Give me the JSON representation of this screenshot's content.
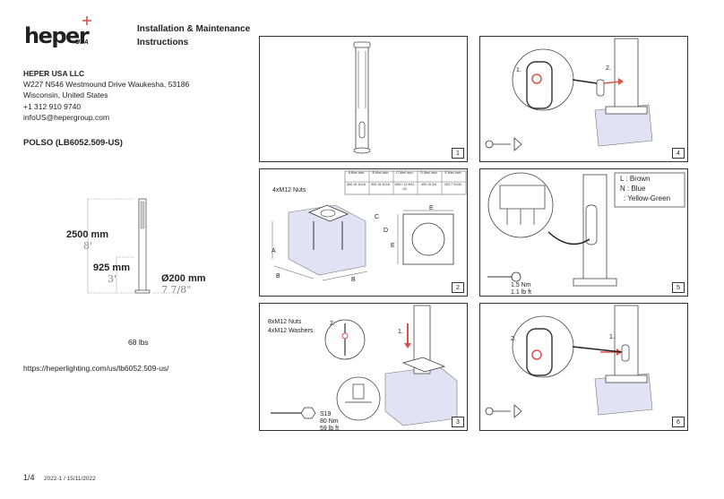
{
  "brand": {
    "logo_text": "heper",
    "logo_sub": "USA"
  },
  "document": {
    "title_line1": "Installation & Maintenance",
    "title_line2": "Instructions"
  },
  "company": {
    "name": "HEPER USA LLC",
    "address1": "W227 N546 Westmound Drive Waukesha, 53186",
    "address2": "Wisconsin, United States",
    "phone": "+1 312 910 9740",
    "email": "infoUS@hepergroup.com"
  },
  "product": {
    "name": "POLSO (LB6052.509-US)"
  },
  "dimensions": {
    "height_mm": "2500 mm",
    "height_ft": "8'",
    "window_mm": "925 mm",
    "window_ft": "3'",
    "diameter_mm": "Ø200 mm",
    "diameter_in": "7 7/8\""
  },
  "weight": "68 lbs",
  "url": "https://heperlighting.com/us/lb6052.509-us/",
  "footer": {
    "page": "1/4",
    "revision": "2022-1 / 15/11/2022"
  },
  "colors": {
    "accent": "#d9534f",
    "concrete": "#dfe3f3",
    "line": "#333333"
  },
  "panels": [
    {
      "number": "1"
    },
    {
      "number": "2",
      "nuts_label": "4xM12 Nuts",
      "table_headers": [
        "A Mm/ inch",
        "B Mm/ inch",
        "C Mm/ inch",
        "D Mm/ inch",
        "E Mm/ inch"
      ],
      "table_values": [
        "500 19 11/16",
        "500 19 11/16",
        "M20 / 12 M12 1/2",
        "400 15 3/4",
        "203 7 31/32"
      ],
      "labels": {
        "a": "A",
        "b": "B",
        "b2": "B",
        "c": "C",
        "d": "D",
        "e": "E",
        "e2": "E"
      }
    },
    {
      "number": "3",
      "nuts_label": "8xM12 Nuts",
      "washers_label": "4xM12 Washers",
      "step1": "1.",
      "step2": "2.",
      "wrench": "S19",
      "torque_nm": "80 Nm",
      "torque_ft": "59 lb ft"
    },
    {
      "number": "4",
      "step1": "1.",
      "step2": "2."
    },
    {
      "number": "5",
      "legend_l": "L : Brown",
      "legend_n": "N : Blue",
      "legend_g": ": Yellow-Green",
      "torque_nm": "1.5 Nm",
      "torque_ft": "1.1 lb ft"
    },
    {
      "number": "6",
      "step1": "1.",
      "step2": "2."
    }
  ]
}
